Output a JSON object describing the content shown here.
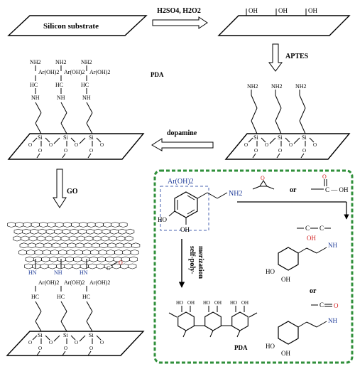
{
  "panels": {
    "substrate": {
      "label": "Silicon substrate"
    },
    "hydroxylated": {
      "oh_label": "OH"
    },
    "aminated": {
      "nh2_label": "NH2"
    },
    "pda_coated": {
      "pda_label": "PDA",
      "ar_label": "Ar(OH)2",
      "nh_label": "NH",
      "hc_label": "HC",
      "nh2_label": "NH2"
    },
    "go_coated": {
      "ar_label": "Ar(OH)2",
      "hn_label": "HN",
      "nh_label": "NH",
      "c_label": "C",
      "o_label": "O",
      "hc_label": "HC"
    },
    "silane_labels": {
      "si": "Si",
      "o": "O"
    }
  },
  "arrows": {
    "step1": {
      "label": "H2SO4, H2O2"
    },
    "step2": {
      "label": "APTES"
    },
    "step3": {
      "label": "dopamine"
    },
    "step4": {
      "label": "GO"
    }
  },
  "inset": {
    "ar_label": "Ar(OH)2",
    "nh2_label": "NH2",
    "ho_label": "HO",
    "oh_label": "OH",
    "or_label": "or",
    "self_poly_label": "self-poly-\nmerization",
    "pda_label": "PDA",
    "acid_label": "C — OH",
    "o_label": "O",
    "nh_label": "NH",
    "c_label": "C",
    "colors": {
      "border": "#2f8f3a",
      "dashed_box": "#4a63b0",
      "amine": "#1f3c99",
      "oxygen": "#d21b1b"
    }
  }
}
